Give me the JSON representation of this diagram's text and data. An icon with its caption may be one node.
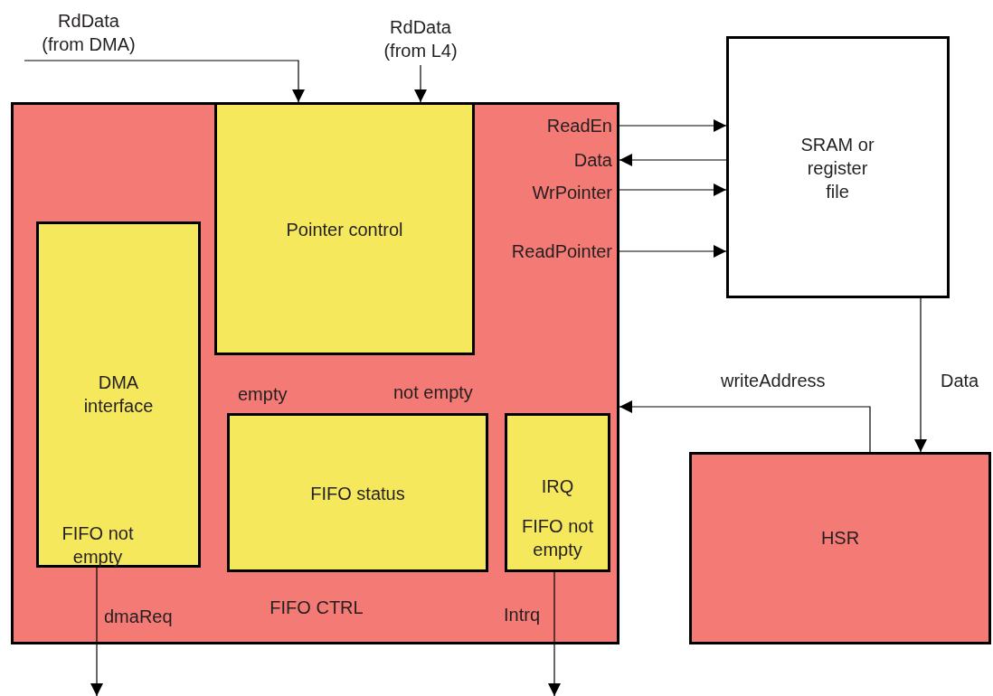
{
  "diagram": {
    "nodes": [
      {
        "text": [
          "FIFO CTRL"
        ]
      },
      {
        "text": [
          "Pointer control"
        ],
        "in": 0
      },
      {
        "text": [
          "DMA interface",
          "FIFO not empty"
        ],
        "in": 0
      },
      {
        "text": [
          "FIFO status"
        ],
        "in": 0
      },
      {
        "text": [
          "IRQ",
          "FIFO not empty"
        ],
        "in": 0
      },
      {
        "text": [
          "SRAM or register file"
        ]
      },
      {
        "text": [
          "HSR"
        ]
      },
      {
        "text": [
          "RdData (from DMA)"
        ]
      },
      {
        "text": [
          "RdData (from L4)"
        ]
      }
    ],
    "edges": [
      {
        "from": 7,
        "to": 1,
        "arrow": "to"
      },
      {
        "from": 8,
        "to": 1,
        "arrow": "to"
      },
      {
        "from": 0,
        "to": 5,
        "arrow": "to",
        "label": "ReadEn"
      },
      {
        "from": 5,
        "to": 0,
        "arrow": "to",
        "label": "Data"
      },
      {
        "from": 0,
        "to": 5,
        "arrow": "to",
        "label": "WrPointer"
      },
      {
        "from": 0,
        "to": 5,
        "arrow": "to",
        "label": "ReadPointer"
      },
      {
        "from": 5,
        "to": 6,
        "arrow": "to",
        "label": "Data"
      },
      {
        "from": 6,
        "to": 0,
        "arrow": "to",
        "label": "writeAddress"
      },
      {
        "from": 2,
        "to": null,
        "arrow": "to",
        "label": "dmaReq"
      },
      {
        "from": 4,
        "to": null,
        "arrow": "to",
        "label": "Intrq"
      }
    ],
    "labels": [
      "empty",
      "not empty"
    ]
  }
}
